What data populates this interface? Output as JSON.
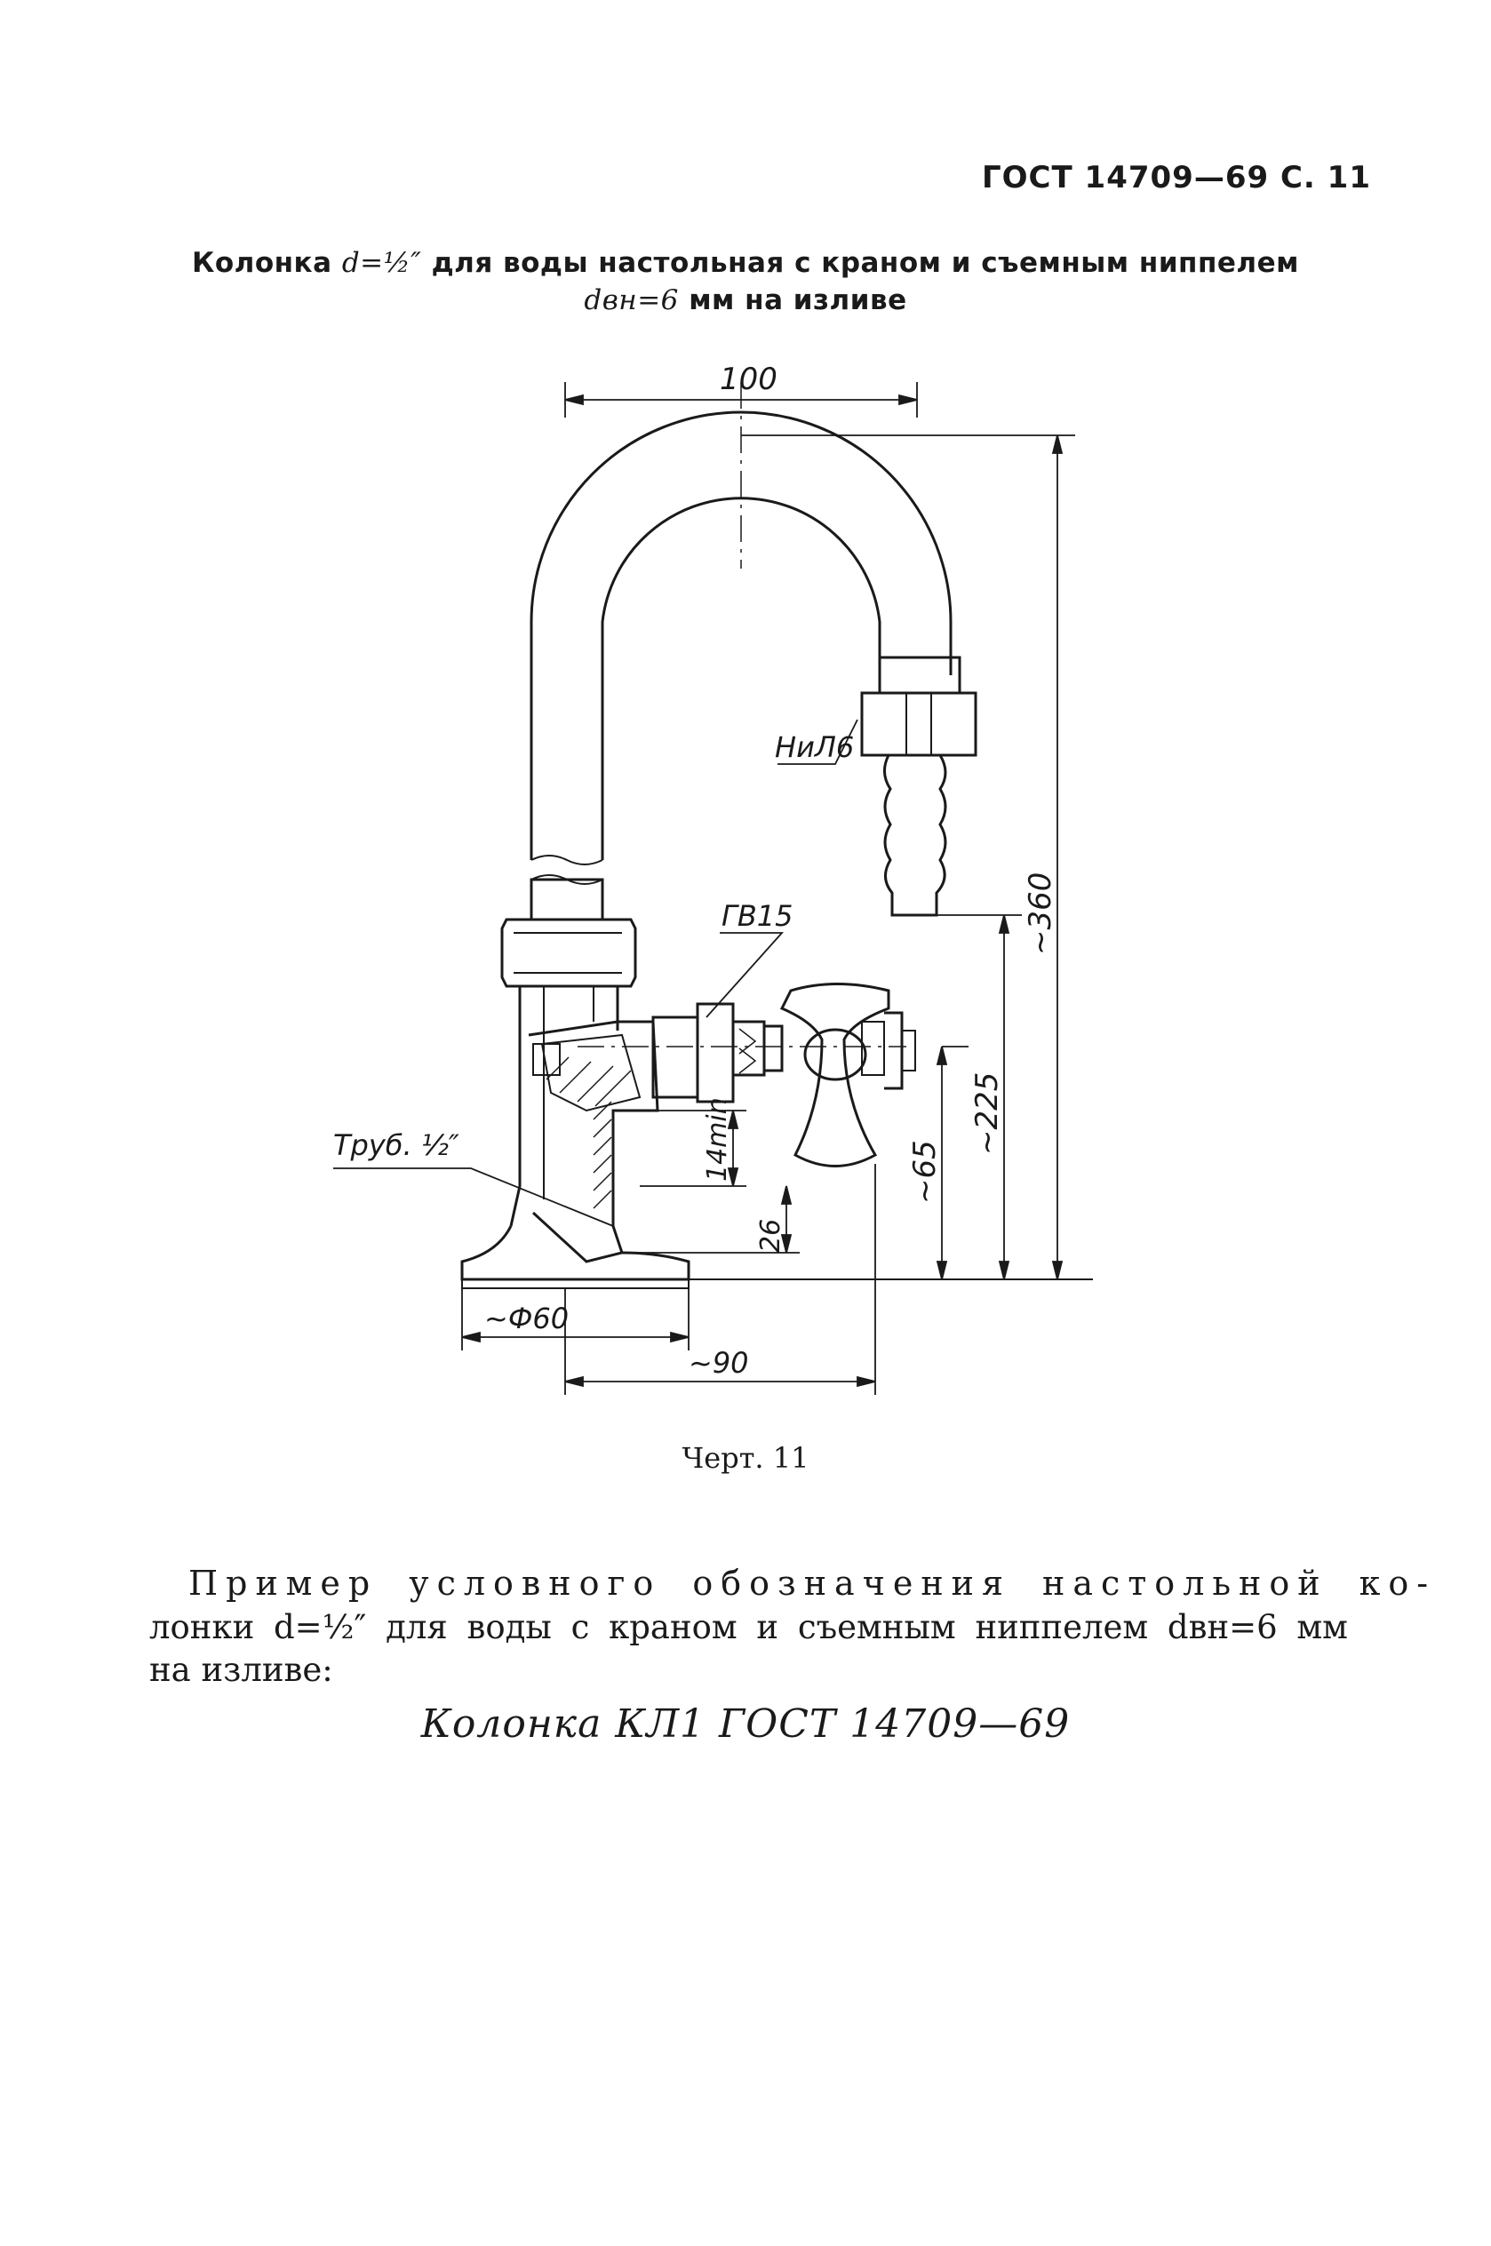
{
  "header": {
    "standard_ref": "ГОСТ 14709—69 С. 11"
  },
  "title": {
    "line1_prefix": "Колонка",
    "line1_formula": "d=½″",
    "line1_suffix": "для воды настольная с краном и съемным ниппелем",
    "line2_formula": "dвн=6",
    "line2_suffix": "мм на изливе"
  },
  "drawing": {
    "dim_width_top": "100",
    "dim_height_total": "~360",
    "dim_height_valve": "~225",
    "dim_height_axis": "~65",
    "dim_min_gap": "14min",
    "dim_base_height": "26",
    "dim_base_diameter": "~Ф60",
    "dim_reach": "~90",
    "label_nipple": "НиЛ6",
    "label_valve": "ГВ15",
    "label_pipe": "Труб. ½″"
  },
  "caption": "Черт. 11",
  "example": {
    "line1": "Пример условного обозначения настольной ко-",
    "line2": "лонки d=½″ для воды с краном и съемным ниппелем dвн=6 мм",
    "line3": "на изливе:",
    "designation": "Колонка КЛ1 ГОСТ 14709—69"
  }
}
